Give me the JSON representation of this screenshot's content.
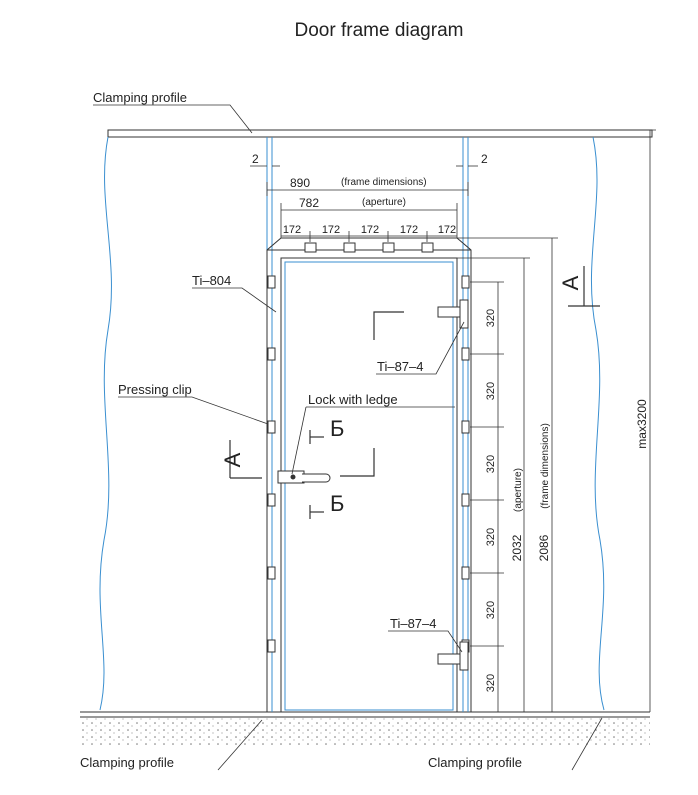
{
  "title": "Door frame diagram",
  "labels": {
    "clamping_top": "Clamping profile",
    "clamping_bottom_left": "Clamping profile",
    "clamping_bottom_right": "Clamping profile",
    "ti804": "Ti–804",
    "ti874_top": "Ti–87–4",
    "ti874_bottom": "Ti–87–4",
    "pressing_clip": "Pressing clip",
    "lock": "Lock with ledge",
    "section_a_left": "A",
    "section_a_right": "A",
    "section_b_top": "Б",
    "section_b_bottom": "Б"
  },
  "dimensions": {
    "gap_left": "2",
    "gap_right": "2",
    "frame_width": "890",
    "frame_width_note": "(frame dimensions)",
    "aperture_width": "782",
    "aperture_width_note": "(aperture)",
    "top_segments": [
      "172",
      "172",
      "172",
      "172",
      "172"
    ],
    "hinge_spacing": [
      "320",
      "320",
      "320",
      "320",
      "320",
      "320"
    ],
    "aperture_height": "2032",
    "aperture_height_note": "(aperture)",
    "frame_height": "2086",
    "frame_height_note": "(frame dimensions)",
    "max_height": "max3200"
  }
}
